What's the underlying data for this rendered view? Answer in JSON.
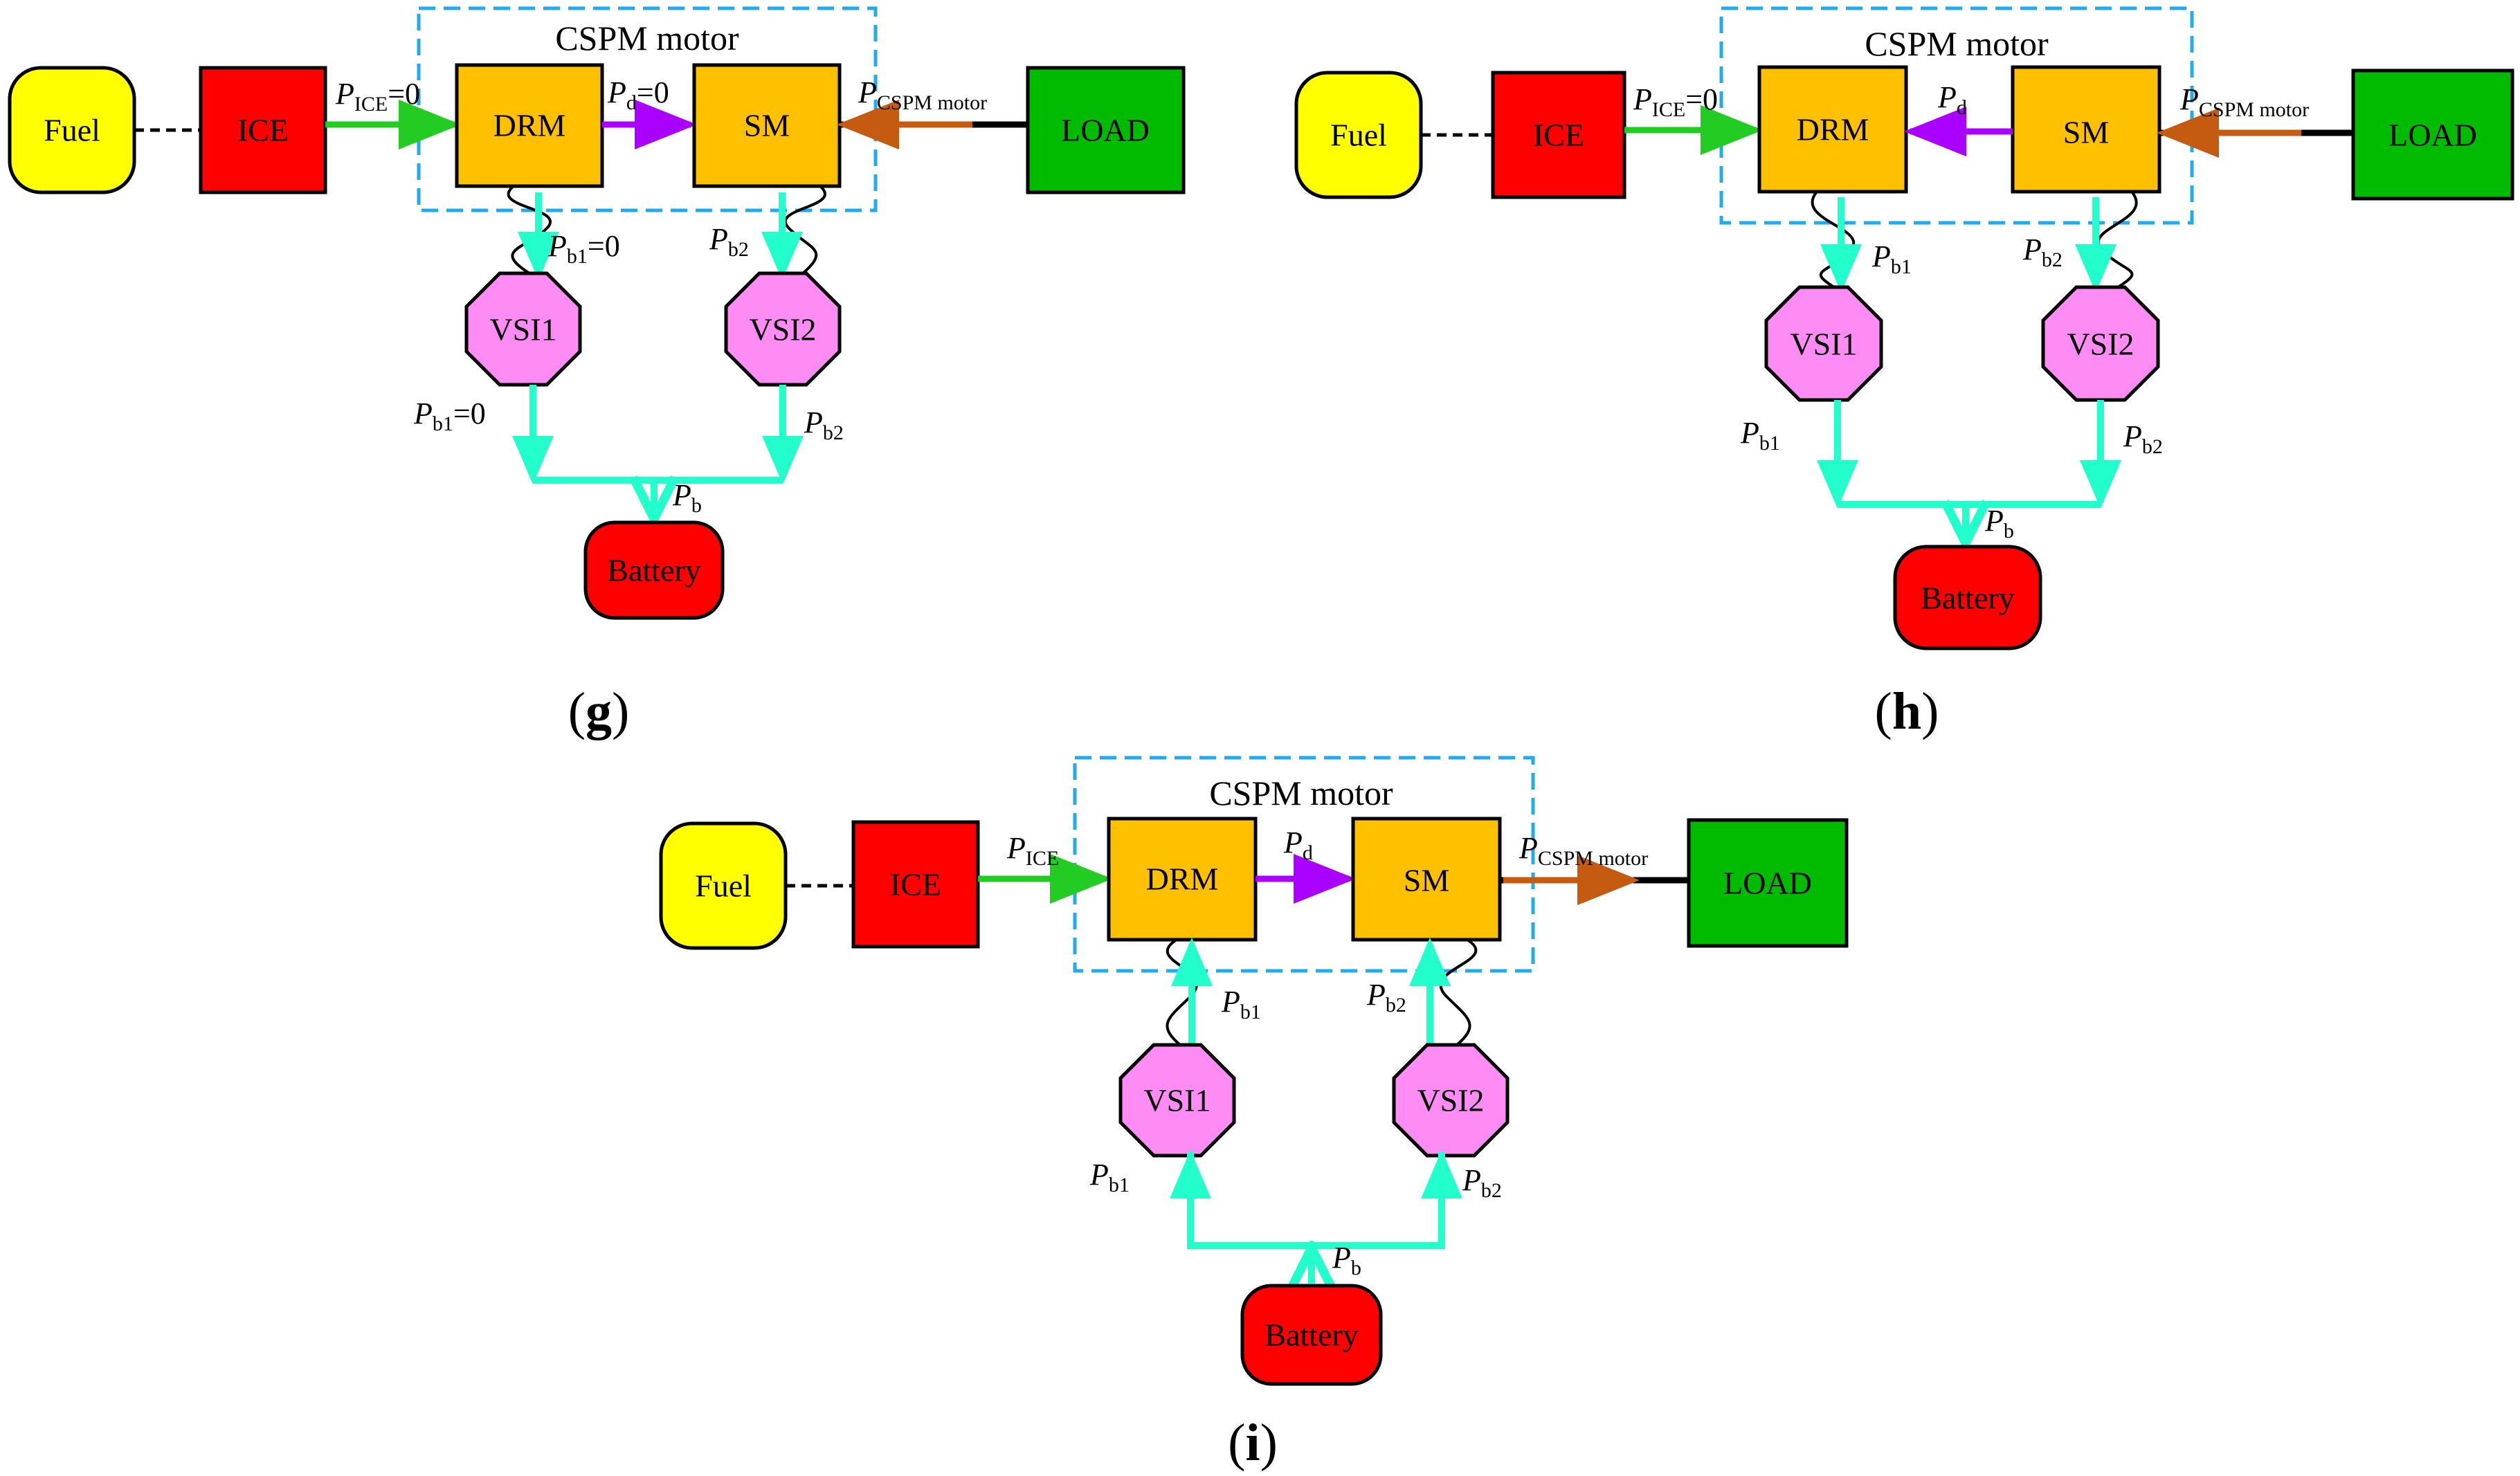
{
  "colors": {
    "fuel": "#ffff00",
    "ice": "#ff0000",
    "motor_block": "#ffc000",
    "load": "#00bb00",
    "vsi": "#ff8cf5",
    "battery": "#ff0000",
    "ice_arrow": "#22cc22",
    "pd_arrow": "#aa00ff",
    "load_arrow": "#c55a11",
    "battery_arrow": "#22ffcc",
    "frame": "#22aaee"
  },
  "icons": {
    "fuel": "fuel-tank-rounded-box",
    "ice": "engine-box",
    "drm": "motor-box",
    "sm": "motor-box",
    "load": "load-box",
    "vsi": "inverter-octagon",
    "battery": "battery-rounded-box"
  },
  "blocks": {
    "fuel": "Fuel",
    "ice": "ICE",
    "drm": "DRM",
    "sm": "SM",
    "load": "LOAD",
    "vsi1": "VSI1",
    "vsi2": "VSI2",
    "battery": "Battery",
    "cspm_title": "CSPM motor"
  },
  "symbols": {
    "P": "P",
    "sub_ice": "ICE",
    "sub_d": "d",
    "sub_cspm": "CSPM motor",
    "sub_b1": "b1",
    "sub_b2": "b2",
    "sub_b": "b",
    "zero": "=0"
  },
  "panels": {
    "g": {
      "caption_open": "(",
      "caption_letter": "g",
      "caption_close": ")"
    },
    "h": {
      "caption_open": "(",
      "caption_letter": "h",
      "caption_close": ")"
    },
    "i": {
      "caption_open": "(",
      "caption_letter": "i",
      "caption_close": ")"
    }
  }
}
